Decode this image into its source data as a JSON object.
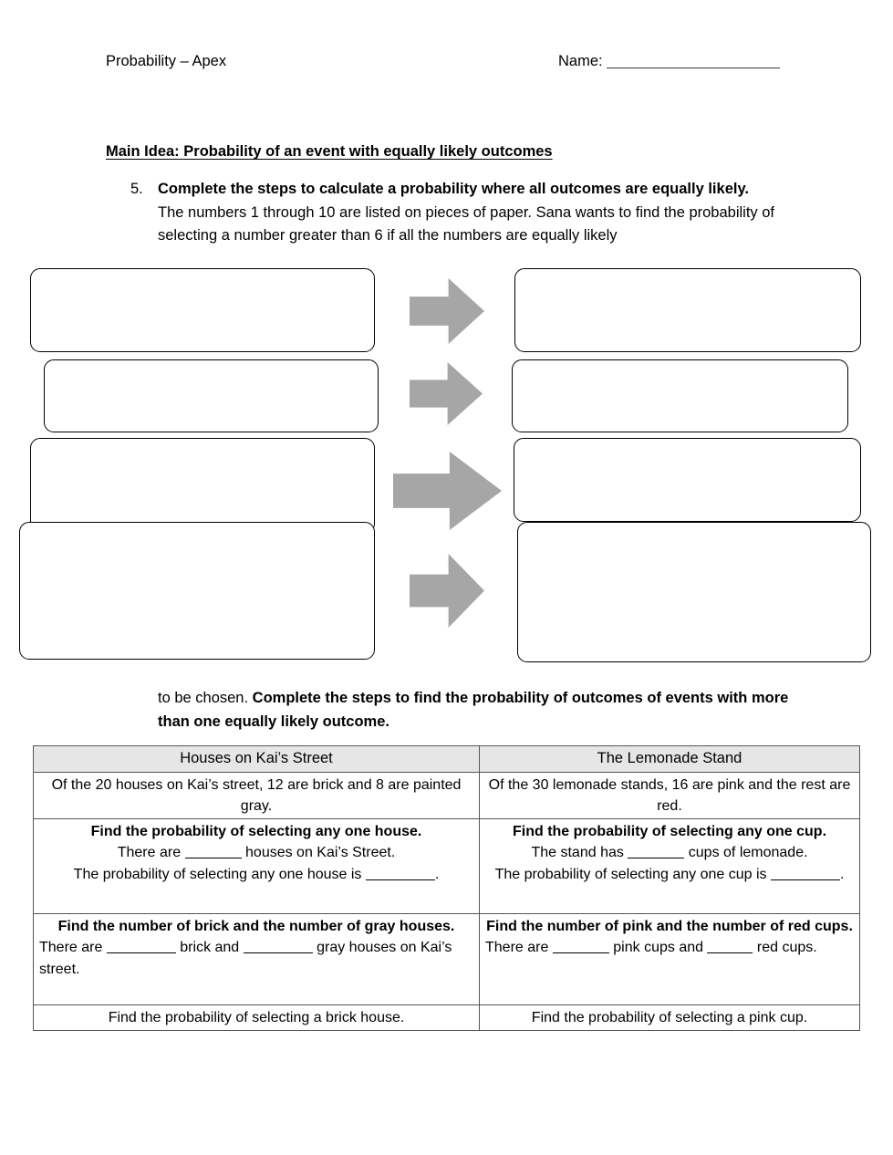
{
  "header": {
    "title": "Probability – Apex",
    "name_label": "Name:"
  },
  "main_idea": "Main Idea: Probability of an event with equally likely outcomes",
  "question": {
    "number": "5.",
    "prompt_bold": "Complete the steps to calculate a probability where all outcomes are equally likely.",
    "prompt_body": "The numbers 1 through 10 are listed on pieces of paper. Sana wants to find the probability of selecting a number greater than 6 if all the numbers are equally likely"
  },
  "flow": {
    "arrow_color": "#a6a6a6",
    "boxes": [
      {
        "name": "flow-box-left-1",
        "text": ""
      },
      {
        "name": "flow-box-right-1",
        "text": ""
      },
      {
        "name": "flow-box-left-2",
        "text": ""
      },
      {
        "name": "flow-box-right-2",
        "text": ""
      },
      {
        "name": "flow-box-left-3",
        "text": ""
      },
      {
        "name": "flow-box-right-3",
        "text": ""
      },
      {
        "name": "flow-box-left-4",
        "text": ""
      },
      {
        "name": "flow-box-right-4",
        "text": ""
      }
    ],
    "arrows": [
      "arrow-1",
      "arrow-2",
      "arrow-3",
      "arrow-4"
    ]
  },
  "continuation": {
    "lead": "to be chosen. ",
    "bold": "Complete the steps to find the probability of outcomes of events with more than one equally likely outcome."
  },
  "table": {
    "headers": [
      "Houses on Kai’s Street",
      "The Lemonade Stand"
    ],
    "rows": [
      {
        "left_intro": "Of the 20 houses on Kai’s street, 12 are brick and 8 are painted gray.",
        "right_intro": "Of the 30 lemonade stands, 16 are pink and the rest are red."
      }
    ],
    "step1": {
      "left_title": "Find the probability of selecting any one house.",
      "left_line1a": "There are",
      "left_line1b": "houses on Kai’s Street.",
      "left_line2a": "The probability of selecting any one house is",
      "left_line2b": ".",
      "right_title": "Find the probability of selecting any one cup.",
      "right_line1a": "The stand has",
      "right_line1b": "cups of lemonade.",
      "right_line2a": "The probability of selecting any one cup is",
      "right_line2b": "."
    },
    "step2": {
      "left_title": "Find the number of brick and the number of gray houses.",
      "left_a": "There are",
      "left_b": "brick and",
      "left_c": "gray houses on Kai’s street.",
      "right_title": "Find the number of pink and the number of red cups.",
      "right_a": "There are",
      "right_b": "pink cups and",
      "right_c": "red cups."
    },
    "step3": {
      "left_title": "Find the probability of selecting a brick house.",
      "right_title": "Find the probability of selecting a pink cup."
    }
  }
}
